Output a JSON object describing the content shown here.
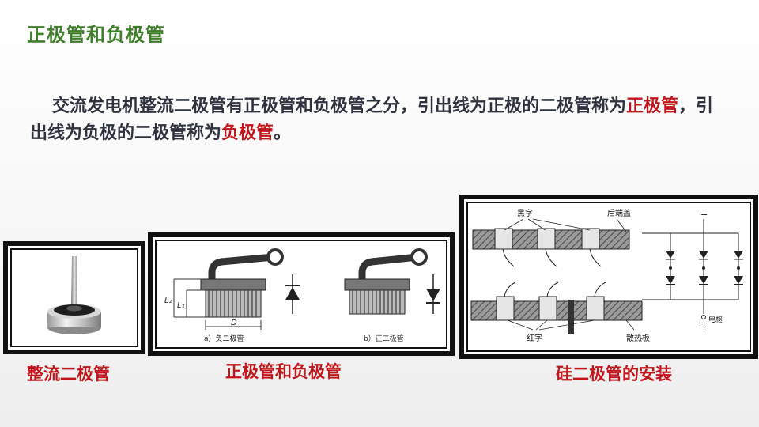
{
  "slide": {
    "title": "正极管和负极管",
    "paragraph": {
      "part1": "交流发电机整流二极管有正极管和负极管之分，引出线为正极的二极管称为",
      "highlight1": "正极管",
      "part2": "，引出线为负极的二极管称为",
      "highlight2": "负极管",
      "part3": "。"
    },
    "figures": [
      {
        "caption": "整流二极管"
      },
      {
        "caption": "正极管和负极管",
        "labels": {
          "l2": "L₂",
          "l1": "L₁",
          "d": "D",
          "sub_a": "a）负二极管",
          "sub_b": "b）正二极管"
        }
      },
      {
        "caption": "硅二极管的安装",
        "labels": {
          "black": "黑字",
          "rear_cover": "后端盖",
          "red": "红字",
          "heatsink": "散热板",
          "armature": "电枢",
          "minus": "−",
          "plus": "+"
        }
      }
    ]
  },
  "colors": {
    "title_green": "#3f7f2a",
    "text_dark": "#2f3340",
    "accent_red": "#c0151b"
  }
}
